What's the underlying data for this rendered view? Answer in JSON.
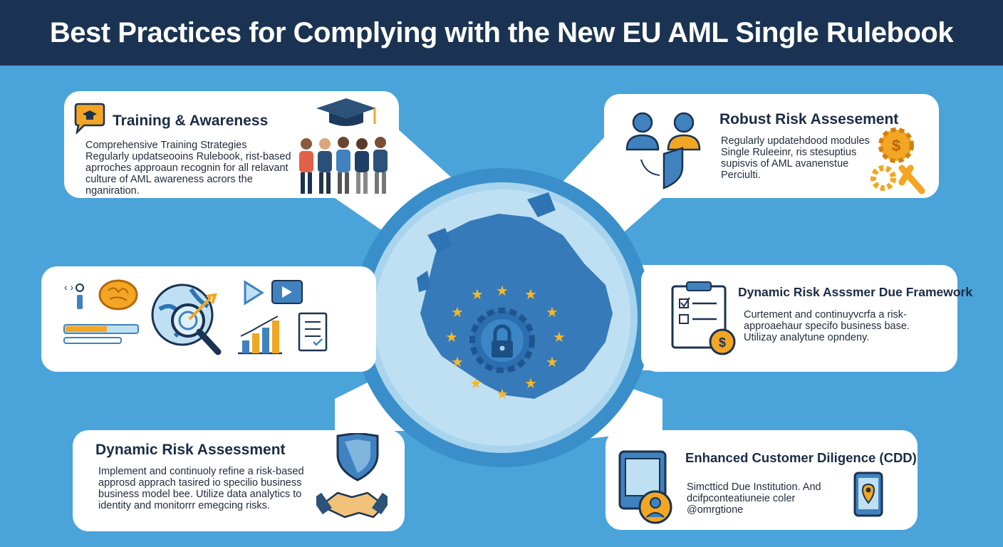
{
  "header": {
    "title": "Best Practices for Complying with the New EU AML Single Rulebook"
  },
  "cards": {
    "training": {
      "title": "Training & Awareness",
      "body": "Comprehensive Training Strategies Regularly updatseooins Rulebook, rist-based aprroches approaun recognin for all relavant culture of AML awareness acrors the nganiration."
    },
    "risk_top": {
      "title": "Robust Risk Assesement",
      "body": "Regularly updatehdood modules Single Ruleeinr, ris stesuptius supisvis of AML avanenstue Perciulti."
    },
    "dynamic_framework": {
      "title": "Dynamic Risk Asssmer Due Framework",
      "body": "Curtement and continuyvcrfa a risk-approaehaur specifo business base. Utilizay analytune opndeny."
    },
    "dynamic_assessment": {
      "title": "Dynamic Risk Assessment",
      "body": "Implement and continuoly refine a risk-based approsd apprach tasired io specilio business business model bee. Utilize data analytics to identity and monitorrr emegcing risks."
    },
    "cdd": {
      "title": "Enhanced Customer Diligence (CDD)",
      "body": "Simctticd Due Institution. And dcifpconteatiuneie coler @omrgtione"
    }
  },
  "colors": {
    "header_bg": "#1b3352",
    "page_bg": "#4aa3d9",
    "accent_gold": "#f2a623",
    "icon_blue": "#3f82bf",
    "eu_star": "#f5b727"
  },
  "icons": [
    "chat-bubble-icon",
    "graduation-cap-icon",
    "people-group-icon",
    "users-icon",
    "shield-icon",
    "gears-icon",
    "brain-icon",
    "magnifier-globe-icon",
    "video-icon",
    "bar-chart-icon",
    "checklist-icon",
    "clipboard-icon",
    "coin-icon",
    "handshake-icon",
    "tablet-icon",
    "phone-icon",
    "padlock-icon",
    "europe-globe-icon"
  ]
}
